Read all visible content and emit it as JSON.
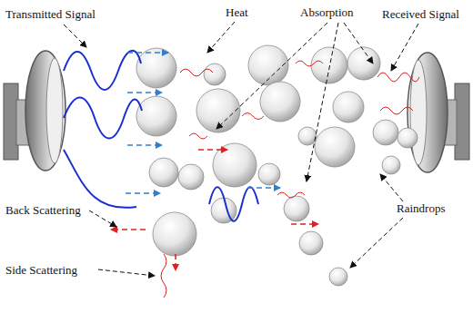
{
  "diagram": {
    "labels": [
      "Transmitted Signal",
      "Heat",
      "Absorption",
      "Received Signal",
      "Back Scattering",
      "Side Scattering",
      "Raindrops"
    ]
  }
}
